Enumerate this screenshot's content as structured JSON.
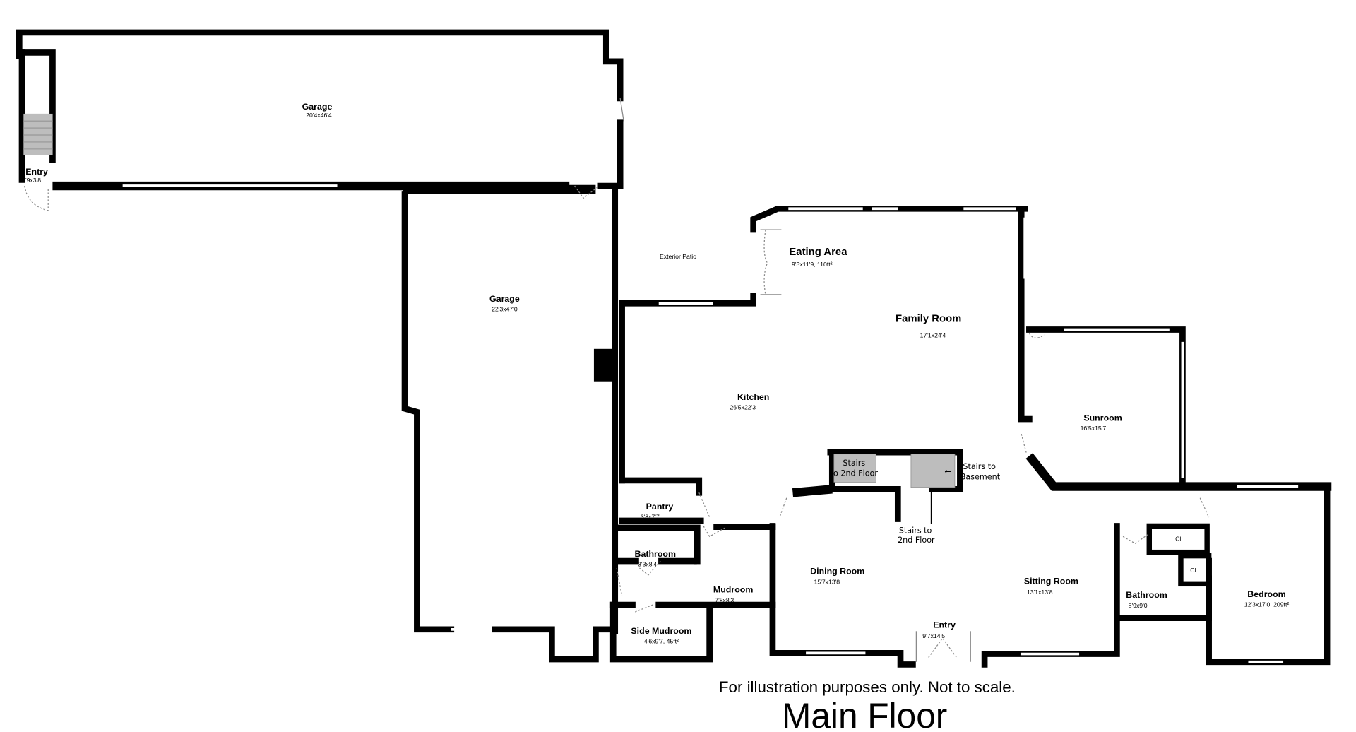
{
  "title": "Main Floor",
  "disclaimer": "For illustration purposes only. Not to scale.",
  "rooms": {
    "garage_upper": {
      "name": "Garage",
      "dims": "20'4x46'4"
    },
    "entry_small": {
      "name": "Entry",
      "dims": "3'9x3'8"
    },
    "garage_lower": {
      "name": "Garage",
      "dims": "22'3x47'0"
    },
    "exterior_patio": {
      "name": "Exterior Patio"
    },
    "eating_area": {
      "name": "Eating Area",
      "dims": "9'3x11'9, 110ft²"
    },
    "family_room": {
      "name": "Family Room",
      "dims": "17'1x24'4"
    },
    "kitchen": {
      "name": "Kitchen",
      "dims": "26'5x22'3"
    },
    "sunroom": {
      "name": "Sunroom",
      "dims": "16'5x15'7"
    },
    "pantry": {
      "name": "Pantry",
      "dims": "3'8x7'7"
    },
    "bathroom_small": {
      "name": "Bathroom",
      "dims": "3'3x8'4"
    },
    "mudroom": {
      "name": "Mudroom",
      "dims": "7'8x8'3"
    },
    "side_mudroom": {
      "name": "Side Mudroom",
      "dims": "4'6x9'7, 45ft²"
    },
    "dining_room": {
      "name": "Dining Room",
      "dims": "15'7x13'8"
    },
    "sitting_room": {
      "name": "Sitting Room",
      "dims": "13'1x13'8"
    },
    "entry_main": {
      "name": "Entry",
      "dims": "9'7x14'5"
    },
    "bathroom": {
      "name": "Bathroom",
      "dims": "8'9x9'0"
    },
    "bedroom": {
      "name": "Bedroom",
      "dims": "12'3x17'0, 209ft²"
    },
    "closet_1": {
      "name": "Cl"
    },
    "closet_2": {
      "name": "Cl"
    }
  },
  "stairs": {
    "to_2nd_upper": [
      "Stairs",
      "to 2nd Floor"
    ],
    "to_basement": [
      "Stairs to",
      "Basement"
    ],
    "to_2nd_lower": [
      "Stairs to",
      "2nd Floor"
    ],
    "arrow_icon": "arrow-left"
  }
}
